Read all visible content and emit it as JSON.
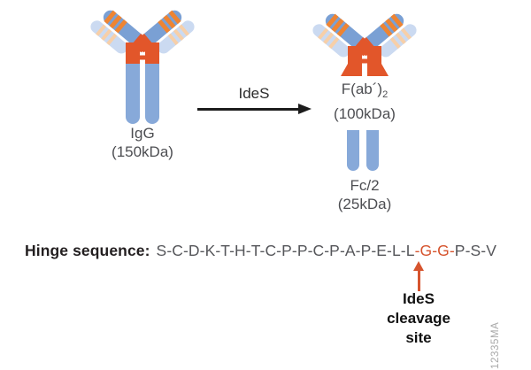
{
  "colors": {
    "heavy_chain": "#7aa0d4",
    "light_chain": "#cbdaf1",
    "stem_blue": "#87a9d9",
    "hinge_orange": "#e2562a",
    "stripe_orange": "#ee8432",
    "stripe_pale": "#f7cfa8",
    "cleavage_red": "#d6542e",
    "watermark_grey": "#a8a8a8"
  },
  "diagram": {
    "substrate": {
      "name": "IgG",
      "mass": "(150kDa)"
    },
    "enzyme": "IdeS",
    "product1": {
      "name_main": "F(ab´)",
      "name_sub": "2",
      "mass": "(100kDa)"
    },
    "product2": {
      "name": "Fc/2",
      "mass": "(25kDa)"
    }
  },
  "hinge": {
    "label": "Hinge sequence:",
    "seq_before": "S-C-D-K-T-H-T-C-P-P-C-P-A-P-E-L-L",
    "seq_cleavage": "-G-G-",
    "seq_after": "P-S-V"
  },
  "cleavage_note": {
    "line1": "IdeS",
    "line2": "cleavage",
    "line3": "site"
  },
  "watermark": "12335MA"
}
